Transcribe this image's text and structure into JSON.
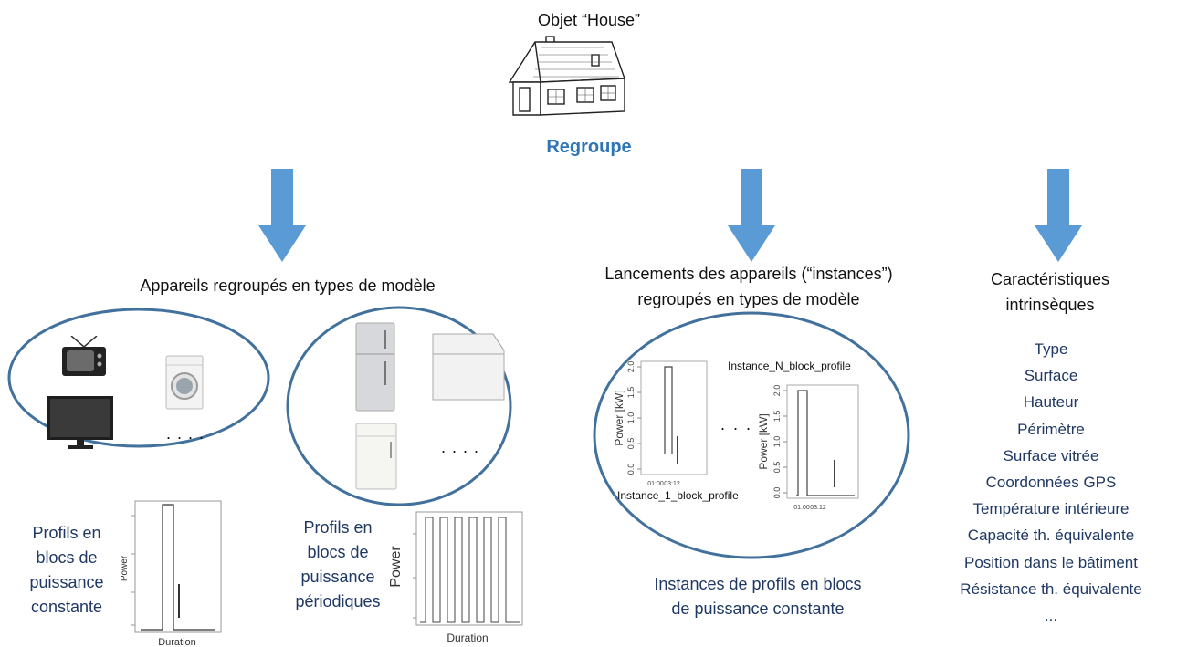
{
  "top": {
    "title": "Objet “House”",
    "relation": "Regroupe"
  },
  "columns": {
    "appliances": {
      "heading": "Appareils regroupés en types de modèle",
      "group1_ellipsis": ". . . .",
      "group2_ellipsis": ". . . .",
      "caption_constant": [
        "Profils en",
        "blocs de",
        "puissance",
        "constante"
      ],
      "caption_periodic": [
        "Profils en",
        "blocs de",
        "puissance",
        "périodiques"
      ],
      "plot_constant": {
        "ylabel": "Power",
        "xlabel": "Duration"
      },
      "plot_periodic": {
        "ylabel": "Power",
        "xlabel": "Duration"
      }
    },
    "instances": {
      "heading": [
        "Lancements des appareils (“instances”)",
        "regroupés en types de modèle"
      ],
      "ellipsis": ". . .",
      "label_first": "Instance_1_block_profile",
      "label_last": "Instance_N_block_profile",
      "plot": {
        "ylabel": "Power [kW]",
        "yticks": [
          "0.0",
          "0.5",
          "1.0",
          "1.5",
          "2.0"
        ],
        "xticks": [
          "01:00",
          "03:12"
        ]
      },
      "caption": [
        "Instances de profils en blocs",
        "de puissance constante"
      ]
    },
    "characteristics": {
      "heading": [
        "Caractéristiques",
        "intrinsèques"
      ],
      "items": [
        "Type",
        "Surface",
        "Hauteur",
        "Périmètre",
        "Surface vitrée",
        "Coordonnées GPS",
        "Température intérieure",
        "Capacité th. équivalente",
        "Position dans le bâtiment",
        "Résistance th. équivalente",
        "..."
      ]
    }
  },
  "colors": {
    "arrow": "#5b9bd5",
    "ellipse": "#41719c",
    "accent_text": "#2e75b6",
    "caption_text": "#1f3864"
  }
}
